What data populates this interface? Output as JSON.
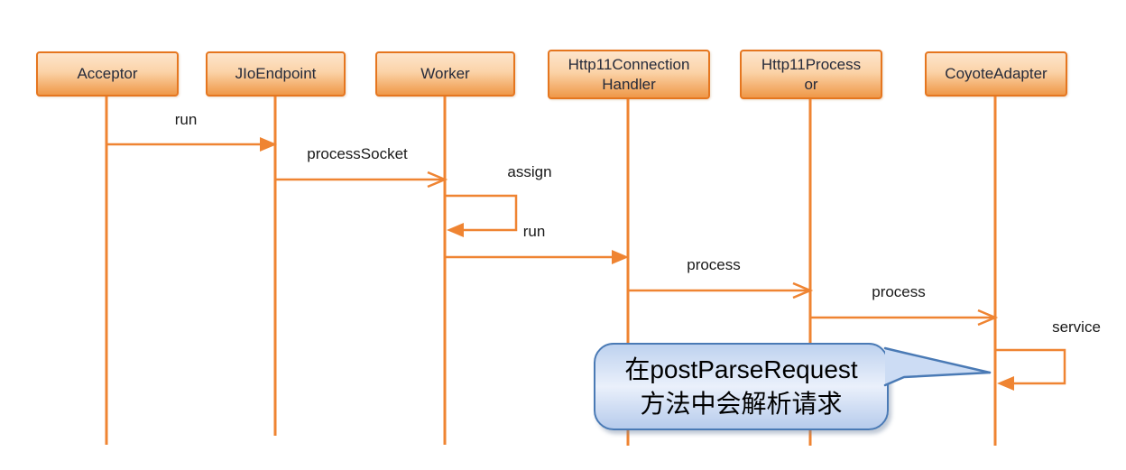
{
  "diagram_type": "uml-sequence-diagram",
  "participants": [
    {
      "name": "Acceptor",
      "lines": [
        "Acceptor"
      ]
    },
    {
      "name": "JIoEndpoint",
      "lines": [
        "JIoEndpoint"
      ]
    },
    {
      "name": "Worker",
      "lines": [
        "Worker"
      ]
    },
    {
      "name": "Http11ConnectionHandler",
      "lines": [
        "Http11Connection",
        "Handler"
      ]
    },
    {
      "name": "Http11Processor",
      "lines": [
        "Http11Process",
        "or"
      ]
    },
    {
      "name": "CoyoteAdapter",
      "lines": [
        "CoyoteAdapter"
      ]
    }
  ],
  "messages": [
    {
      "label": "run",
      "from": "Acceptor",
      "to": "JIoEndpoint",
      "arrowhead": "filled",
      "self": false
    },
    {
      "label": "processSocket",
      "from": "JIoEndpoint",
      "to": "Worker",
      "arrowhead": "open",
      "self": false
    },
    {
      "label": "assign",
      "from": "Worker",
      "to": "Worker",
      "arrowhead": "filled",
      "self": true
    },
    {
      "label": "run",
      "from": "Worker",
      "to": "Http11ConnectionHandler",
      "arrowhead": "filled",
      "self": false
    },
    {
      "label": "process",
      "from": "Http11ConnectionHandler",
      "to": "Http11Processor",
      "arrowhead": "open",
      "self": false
    },
    {
      "label": "process",
      "from": "Http11Processor",
      "to": "CoyoteAdapter",
      "arrowhead": "open",
      "self": false
    },
    {
      "label": "service",
      "from": "CoyoteAdapter",
      "to": "CoyoteAdapter",
      "arrowhead": "filled",
      "self": true
    }
  ],
  "note": {
    "attached_to": "CoyoteAdapter",
    "lines": [
      "在postParseRequest",
      "方法中会解析请求"
    ]
  },
  "colors": {
    "orange_line": "#ef8432",
    "box_border": "#e5761f",
    "box_fill_top": "#fde5cc",
    "box_fill_bottom": "#ef9848",
    "box_text": "#252a3a",
    "message_label_text": "#1a1a1a",
    "note_border": "#4a7ab5",
    "note_fill_top": "#bed2ef",
    "note_fill_mid": "#eaf0fb",
    "note_fill_bottom": "#b6cbec",
    "background": "#ffffff"
  }
}
